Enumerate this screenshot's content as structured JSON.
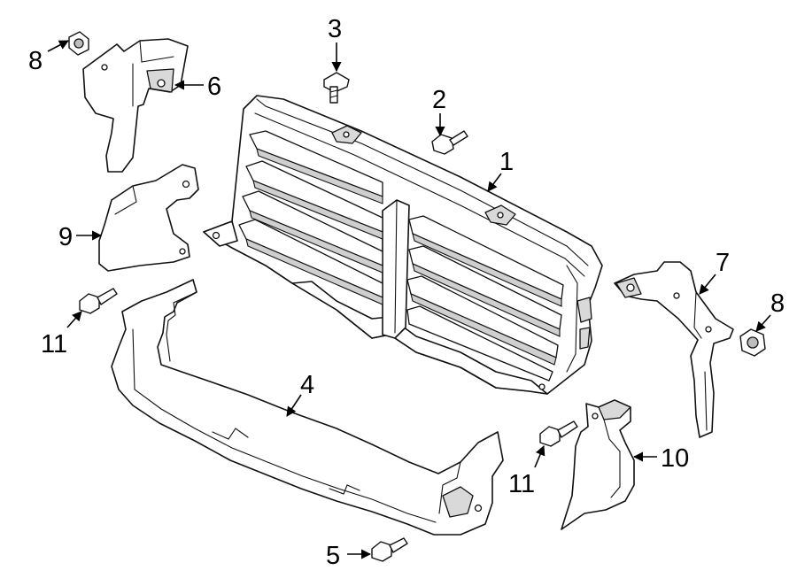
{
  "callouts": {
    "c1": "1",
    "c2": "2",
    "c3": "3",
    "c4": "4",
    "c5": "5",
    "c6": "6",
    "c7": "7",
    "c8a": "8",
    "c8b": "8",
    "c9": "9",
    "c10": "10",
    "c11a": "11",
    "c11b": "11"
  },
  "colors": {
    "line": "#111111",
    "background": "#ffffff",
    "shade": "#d9d9d9"
  }
}
